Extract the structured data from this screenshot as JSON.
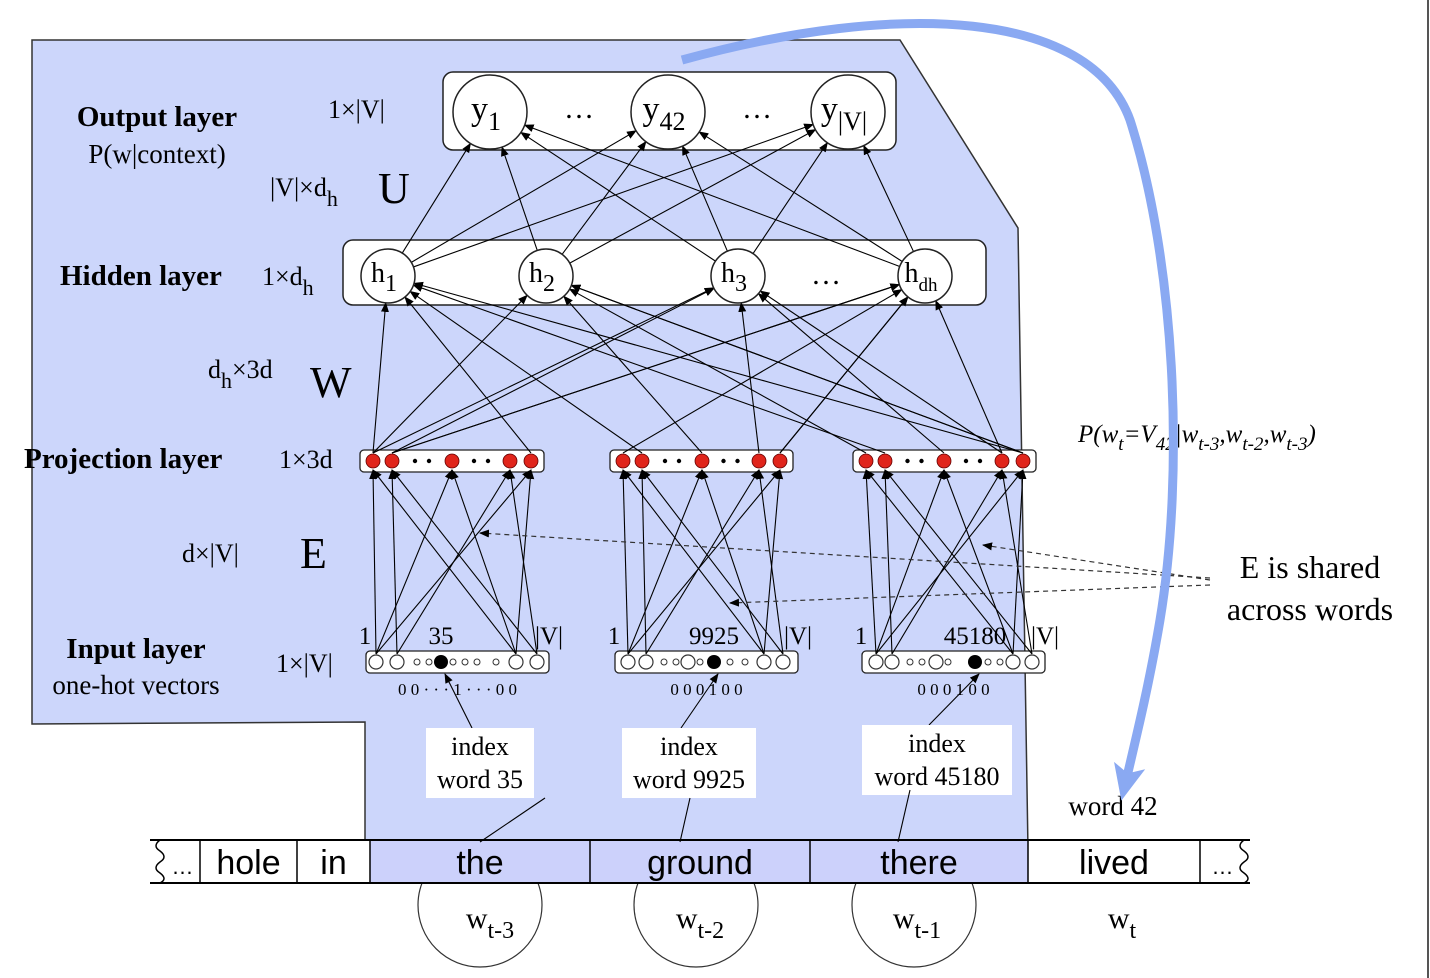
{
  "layers": {
    "output": {
      "title": "Output layer",
      "subtitle": "P(w|context)",
      "dim": "1×|V|"
    },
    "hidden": {
      "title": "Hidden layer",
      "dim": "1×d",
      "dim_sub": "h"
    },
    "projection": {
      "title": "Projection layer",
      "dim": "1×3d"
    },
    "input": {
      "title": "Input layer",
      "subtitle": "one-hot vectors",
      "dim": "1×|V|"
    }
  },
  "matrices": {
    "U": {
      "name": "U",
      "dim_main": "|V|×d",
      "dim_sub": "h"
    },
    "W": {
      "name": "W",
      "dim_pre": "d",
      "dim_sub": "h",
      "dim_post": "×3d"
    },
    "E": {
      "name": "E",
      "dim": "d×|V|"
    }
  },
  "output_nodes": [
    {
      "base": "y",
      "sub": "1"
    },
    {
      "base": "y",
      "sub": "42"
    },
    {
      "base": "y",
      "sub": "|V|"
    }
  ],
  "hidden_nodes": [
    {
      "base": "h",
      "sub": "1"
    },
    {
      "base": "h",
      "sub": "2"
    },
    {
      "base": "h",
      "sub": "3"
    },
    {
      "base": "h",
      "sub": "dh"
    }
  ],
  "ellipsis": "…",
  "input_groups": [
    {
      "top_first": "1",
      "top_index": "35",
      "top_last": "|V|",
      "bottom": "0 0 · · · 1 · · ·  0 0",
      "index_line1": "index",
      "index_line2": "word 35"
    },
    {
      "top_first": "1",
      "top_index": "9925",
      "top_last": "|V|",
      "bottom": "0 0      0 1      0 0",
      "index_line1": "index",
      "index_line2": "word 9925"
    },
    {
      "top_first": "1",
      "top_index": "45180",
      "top_last": "|V|",
      "bottom": "0 0      0  1      0 0",
      "index_line1": "index",
      "index_line2": "word 45180"
    }
  ],
  "shared_note": {
    "line1": "E is shared",
    "line2": "across words"
  },
  "probability": "P(w_t=V_42|w_t-3,w_t-2,w_t-3)",
  "probability_parts": {
    "p": "P(w",
    "t": "t",
    "eq": "=V",
    "v": "42",
    "bar": "|w",
    "s1": "t-3",
    "c1": ",w",
    "s2": "t-2",
    "c2": ",w",
    "s3": "t-3",
    "close": ")"
  },
  "word42": "word 42",
  "tape": {
    "cells": [
      "…",
      "hole",
      "in",
      "the",
      "ground",
      "there",
      "lived",
      "…"
    ],
    "highlight": [
      "the",
      "ground",
      "there"
    ],
    "context_labels": [
      {
        "base": "w",
        "sub": "t-3"
      },
      {
        "base": "w",
        "sub": "t-2"
      },
      {
        "base": "w",
        "sub": "t-1"
      },
      {
        "base": "w",
        "sub": "t"
      }
    ]
  },
  "colors": {
    "panel": "#ccd6fb",
    "tape_highlight": "#ccd1fb",
    "arrow_blue": "#8aa9f2",
    "node_red": "#e0251b"
  }
}
